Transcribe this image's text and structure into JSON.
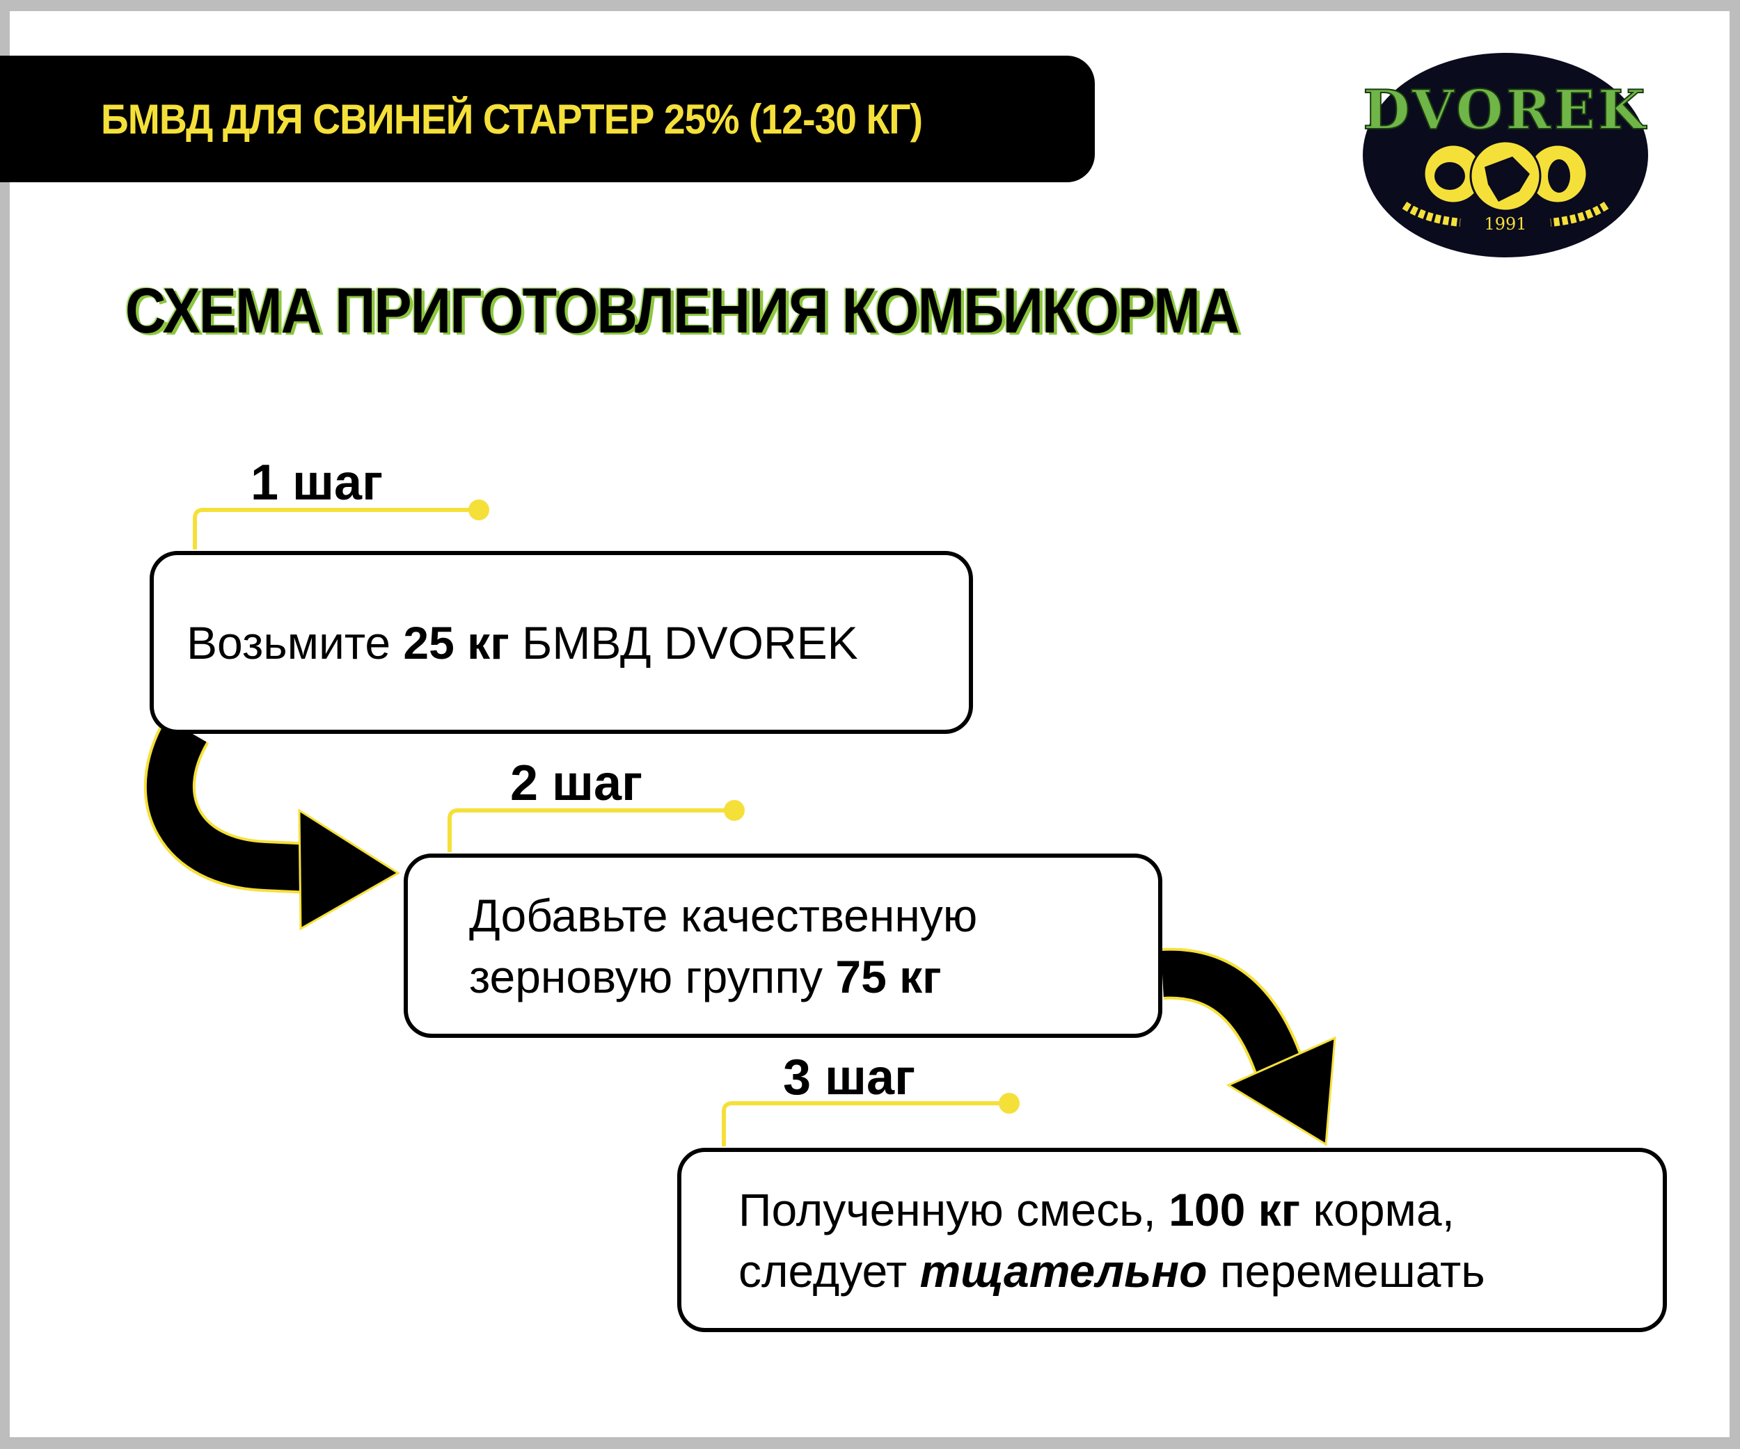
{
  "header": {
    "title": "БМВД ДЛЯ СВИНЕЙ СТАРТЕР 25% (12-30 КГ)"
  },
  "logo": {
    "brand": "DVOREK",
    "year": "1991"
  },
  "main_title": "СХЕМА ПРИГОТОВЛЕНИЯ КОМБИКОРМА",
  "steps": [
    {
      "label": "1 шаг",
      "parts": [
        "Возьмите ",
        "25 кг",
        " БМВД DVOREK"
      ]
    },
    {
      "label": "2 шаг",
      "line1": "Добавьте качественную",
      "line2_a": "зерновую группу ",
      "line2_b": "75 кг"
    },
    {
      "label": "3 шаг",
      "line1_a": "Полученную смесь, ",
      "line1_b": "100 кг",
      "line1_c": " корма,",
      "line2_a": "следует ",
      "line2_b": "тщательно",
      "line2_c": " перемешать"
    }
  ],
  "colors": {
    "accent_yellow": "#f5e03a",
    "title_glow": "#8cc63f",
    "logo_green": "#6fb548"
  }
}
